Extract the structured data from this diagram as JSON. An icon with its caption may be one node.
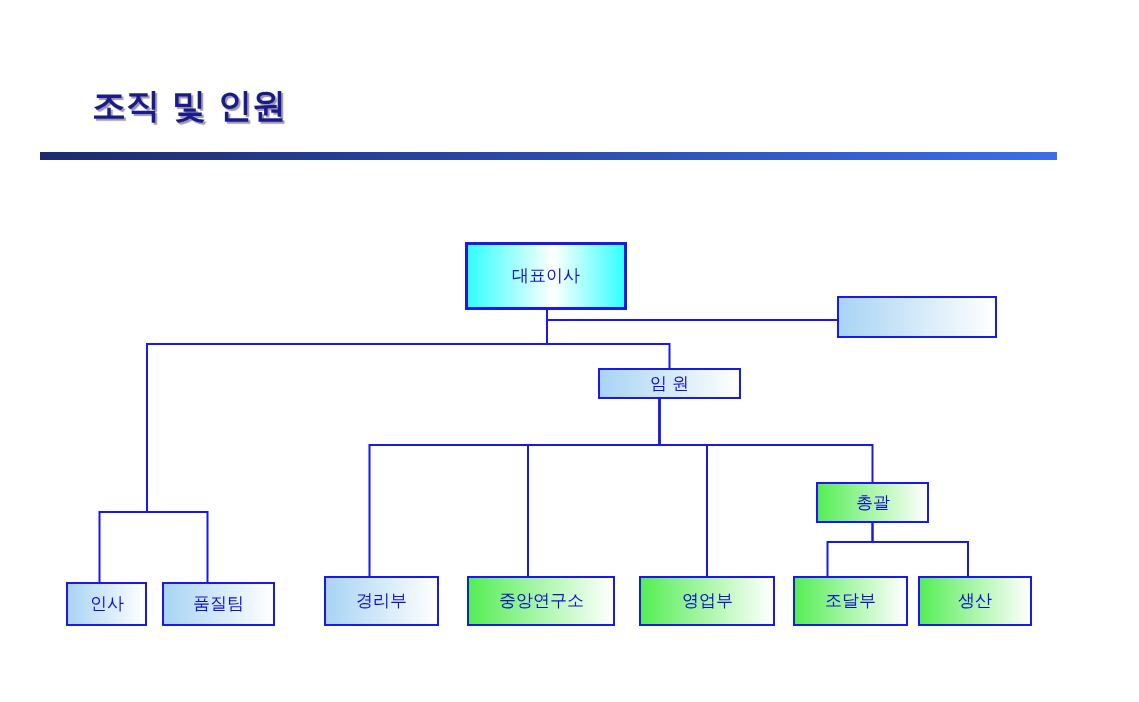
{
  "diagram": {
    "title": "조직 및 인원",
    "nodes": [
      {
        "text": [
          "대표이사"
        ]
      },
      {
        "text": [],
        "shape": "box"
      },
      {
        "text": [
          "임 원"
        ]
      },
      {
        "text": [
          "인사"
        ]
      },
      {
        "text": [
          "품질팀"
        ]
      },
      {
        "text": [
          "경리부"
        ]
      },
      {
        "text": [
          "중앙연구소"
        ]
      },
      {
        "text": [
          "영업부"
        ]
      },
      {
        "text": [
          "총괄"
        ]
      },
      {
        "text": [
          "조달부"
        ]
      },
      {
        "text": [
          "생산"
        ]
      }
    ],
    "edges": [
      {
        "from": 0,
        "to": 1,
        "arrow": "none"
      },
      {
        "from": 0,
        "to": 2,
        "arrow": "none"
      },
      {
        "from": 0,
        "to": 3,
        "arrow": "none"
      },
      {
        "from": 0,
        "to": 4,
        "arrow": "none"
      },
      {
        "from": 2,
        "to": 5,
        "arrow": "none"
      },
      {
        "from": 2,
        "to": 6,
        "arrow": "none"
      },
      {
        "from": 2,
        "to": 7,
        "arrow": "none"
      },
      {
        "from": 2,
        "to": 8,
        "arrow": "none"
      },
      {
        "from": 8,
        "to": 9,
        "arrow": "none"
      },
      {
        "from": 8,
        "to": 10,
        "arrow": "none"
      }
    ]
  }
}
